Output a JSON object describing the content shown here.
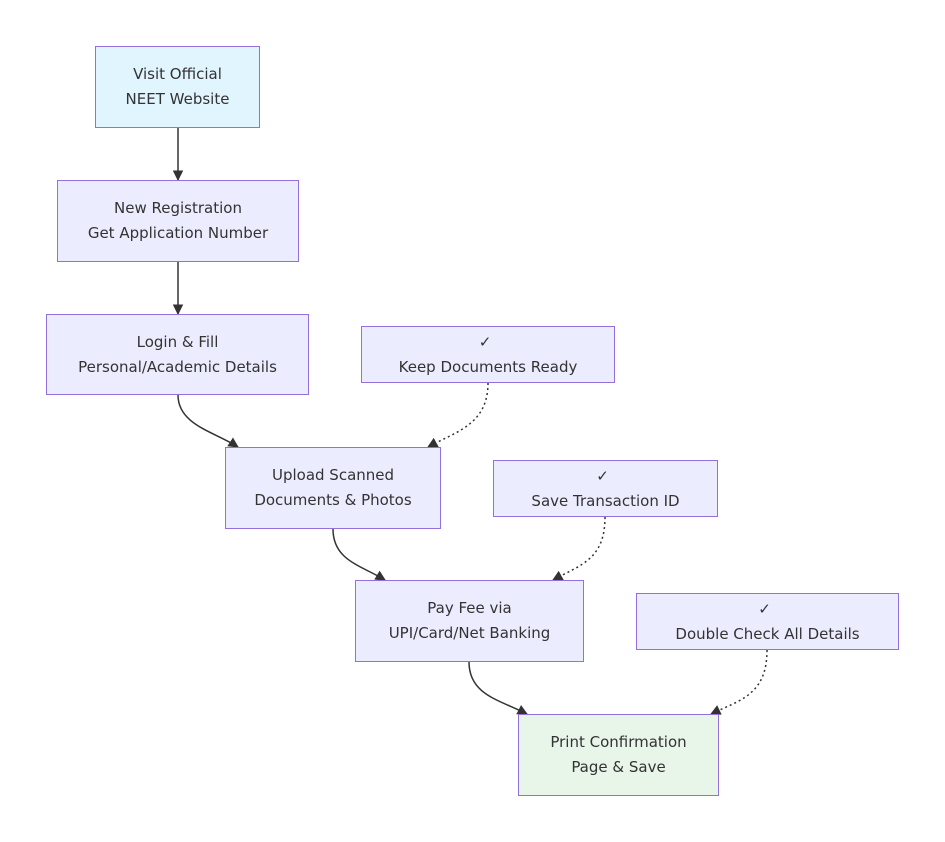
{
  "colors": {
    "node_fill": "#ECECFF",
    "node_stroke": "#9370DB",
    "start_fill": "#E1F5FE",
    "end_fill": "#E8F5E9",
    "edge": "#333333",
    "text": "#333333"
  },
  "nodes": {
    "visit": {
      "line1": "Visit Official",
      "line2": "NEET Website"
    },
    "register": {
      "line1": "New Registration",
      "line2": "Get Application Number"
    },
    "login": {
      "line1": "Login & Fill",
      "line2": "Personal/Academic Details"
    },
    "upload": {
      "line1": "Upload Scanned",
      "line2": "Documents & Photos"
    },
    "pay": {
      "line1": "Pay Fee via",
      "line2": "UPI/Card/Net Banking"
    },
    "print": {
      "line1": "Print Confirmation",
      "line2": "Page & Save"
    }
  },
  "tips": {
    "documents": {
      "icon": "checkmark-icon",
      "check": "✓",
      "label": "Keep Documents Ready"
    },
    "transaction": {
      "icon": "checkmark-icon",
      "check": "✓",
      "label": "Save Transaction ID"
    },
    "details": {
      "icon": "checkmark-icon",
      "check": "✓",
      "label": "Double Check All Details"
    }
  },
  "edges": [
    {
      "from": "visit",
      "to": "register",
      "style": "solid"
    },
    {
      "from": "register",
      "to": "login",
      "style": "solid"
    },
    {
      "from": "login",
      "to": "upload",
      "style": "solid"
    },
    {
      "from": "documents",
      "to": "upload",
      "style": "dotted"
    },
    {
      "from": "upload",
      "to": "pay",
      "style": "solid"
    },
    {
      "from": "transaction",
      "to": "pay",
      "style": "dotted"
    },
    {
      "from": "pay",
      "to": "print",
      "style": "solid"
    },
    {
      "from": "details",
      "to": "print",
      "style": "dotted"
    }
  ]
}
